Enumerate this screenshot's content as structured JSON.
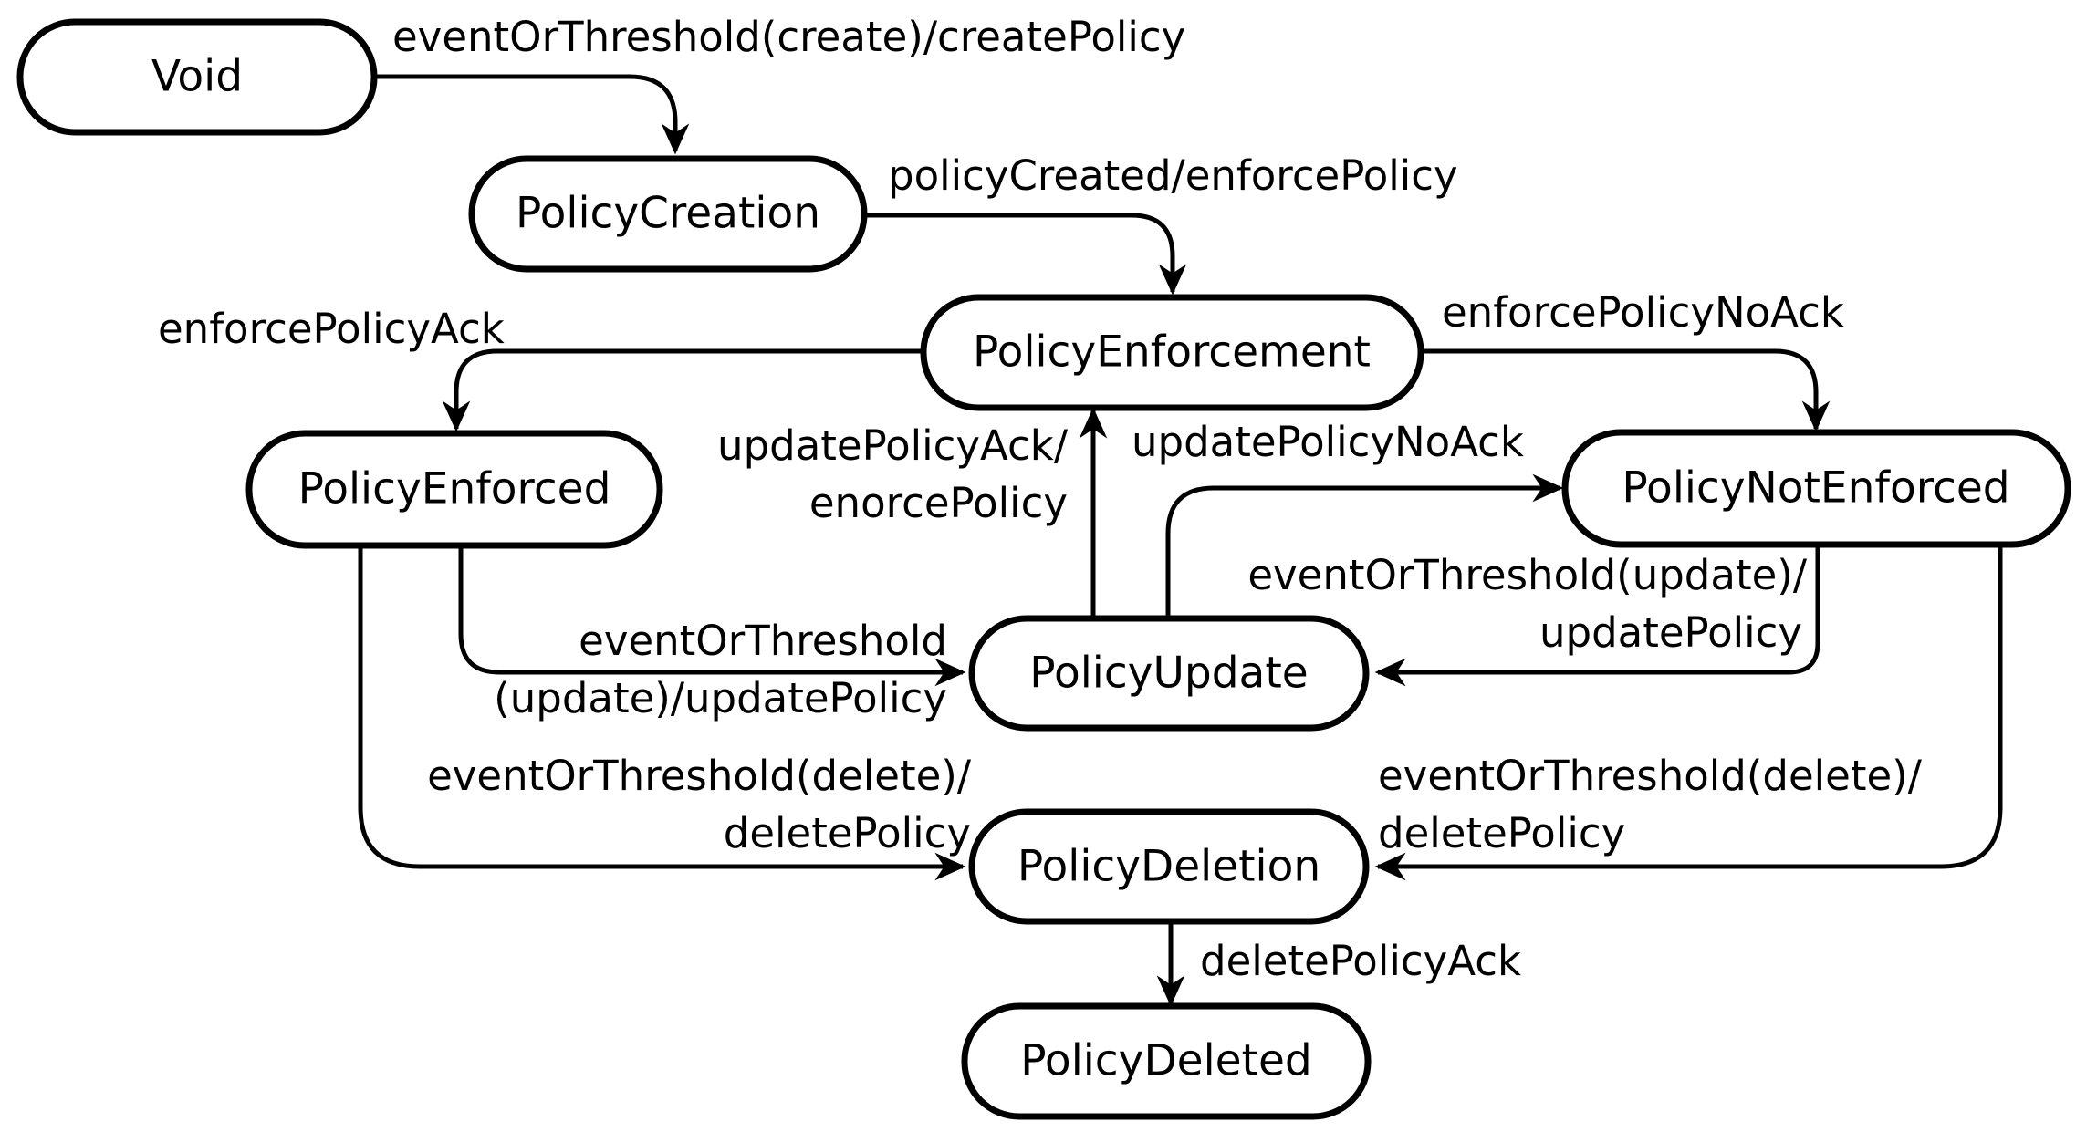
{
  "states": {
    "void": "Void",
    "policy_creation": "PolicyCreation",
    "policy_enforcement": "PolicyEnforcement",
    "policy_enforced": "PolicyEnforced",
    "policy_not_enforced": "PolicyNotEnforced",
    "policy_update": "PolicyUpdate",
    "policy_deletion": "PolicyDeletion",
    "policy_deleted": "PolicyDeleted"
  },
  "transitions": {
    "void_to_creation": "eventOrThreshold(create)/createPolicy",
    "creation_to_enforcement": "policyCreated/enforcePolicy",
    "enforcement_to_enforced": "enforcePolicyAck",
    "enforcement_to_not_enforced": "enforcePolicyNoAck",
    "update_to_enforcement": [
      "updatePolicyAck/",
      "enorcePolicy"
    ],
    "update_to_not_enforced": "updatePolicyNoAck",
    "not_enforced_to_update": [
      "eventOrThreshold(update)/",
      "updatePolicy"
    ],
    "enforced_to_update": [
      "eventOrThreshold",
      "(update)/updatePolicy"
    ],
    "enforced_to_deletion": [
      "eventOrThreshold(delete)/",
      "deletePolicy"
    ],
    "not_enforced_to_deletion": [
      "eventOrThreshold(delete)/",
      "deletePolicy"
    ],
    "deletion_to_deleted": "deletePolicyAck"
  }
}
